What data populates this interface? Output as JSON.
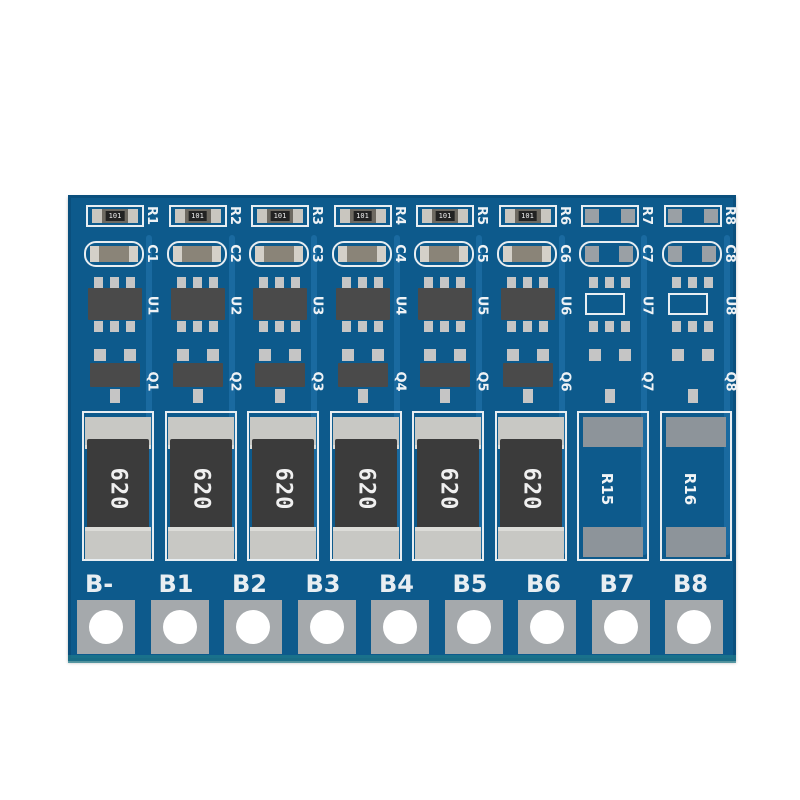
{
  "image": {
    "description": "Product photo of a blue 8-channel lithium battery balancer PCB on white background",
    "background": "#ffffff",
    "board_color": "#0d5a8c",
    "silkscreen_color": "#e8eef2"
  },
  "channels": [
    {
      "r_small": "R1",
      "r_code": "101",
      "cap": "C1",
      "ic": "U1",
      "mosfet": "Q1",
      "power_res_value": "620",
      "populated": true
    },
    {
      "r_small": "R2",
      "r_code": "101",
      "cap": "C2",
      "ic": "U2",
      "mosfet": "Q2",
      "power_res_value": "620",
      "populated": true
    },
    {
      "r_small": "R3",
      "r_code": "101",
      "cap": "C3",
      "ic": "U3",
      "mosfet": "Q3",
      "power_res_value": "620",
      "populated": true
    },
    {
      "r_small": "R4",
      "r_code": "101",
      "cap": "C4",
      "ic": "U4",
      "mosfet": "Q4",
      "power_res_value": "620",
      "populated": true
    },
    {
      "r_small": "R5",
      "r_code": "101",
      "cap": "C5",
      "ic": "U5",
      "mosfet": "Q5",
      "power_res_value": "620",
      "populated": true
    },
    {
      "r_small": "R6",
      "r_code": "101",
      "cap": "C6",
      "ic": "U6",
      "mosfet": "Q6",
      "power_res_value": "620",
      "populated": true
    },
    {
      "r_small": "R7",
      "r_code": "",
      "cap": "C7",
      "ic": "U7",
      "mosfet": "Q7",
      "power_res_label": "R15",
      "populated": false
    },
    {
      "r_small": "R8",
      "r_code": "",
      "cap": "C8",
      "ic": "U8",
      "mosfet": "Q8",
      "power_res_label": "R16",
      "populated": false
    }
  ],
  "terminals": [
    "B-",
    "B1",
    "B2",
    "B3",
    "B4",
    "B5",
    "B6",
    "B7",
    "B8"
  ]
}
